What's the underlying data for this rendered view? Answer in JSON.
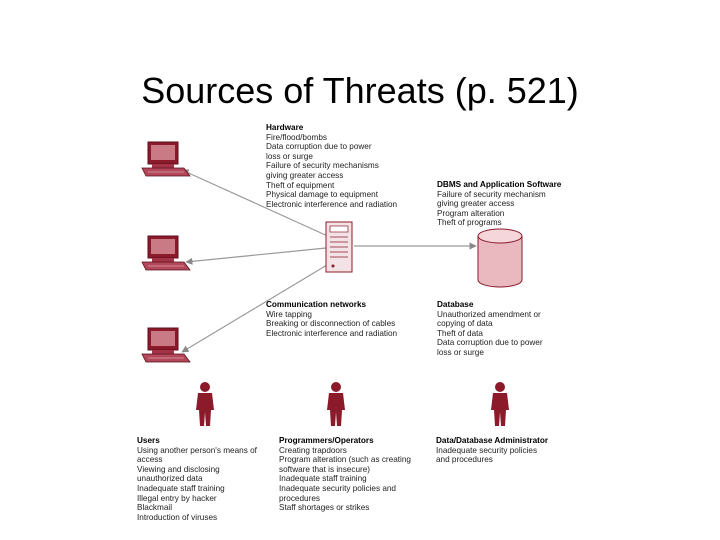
{
  "title": "Sources of Threats (p. 521)",
  "colors": {
    "accent": "#8b1a2b",
    "line": "#9a9a9a",
    "text": "#222222"
  },
  "icons": [
    "computer-terminal-icon",
    "database-server-icon",
    "database-cylinder-icon",
    "person-icon"
  ],
  "hardware": {
    "heading": "Hardware",
    "lines": [
      "Fire/flood/bombs",
      "Data corruption due to power",
      "loss or surge",
      "Failure of security mechanisms",
      "giving greater access",
      "Theft of equipment",
      "Physical damage to equipment",
      "Electronic interference and radiation"
    ]
  },
  "dbms_software": {
    "heading": "DBMS and Application Software",
    "lines": [
      "Failure of security mechanism",
      "giving greater access",
      "Program alteration",
      "Theft of programs"
    ]
  },
  "communication": {
    "heading": "Communication networks",
    "lines": [
      "Wire tapping",
      "Breaking or disconnection of cables",
      "Electronic interference and radiation"
    ]
  },
  "database": {
    "heading": "Database",
    "lines": [
      "Unauthorized amendment or",
      "copying of data",
      "Theft of data",
      "Data corruption due to power",
      "loss or surge"
    ]
  },
  "users": {
    "heading": "Users",
    "lines": [
      "Using another person's means of",
      "access",
      "Viewing and disclosing",
      "unauthorized data",
      "Inadequate staff training",
      "Illegal entry by hacker",
      "Blackmail",
      "Introduction of viruses"
    ]
  },
  "programmers": {
    "heading": "Programmers/Operators",
    "lines": [
      "Creating trapdoors",
      "Program alteration (such as creating",
      "software that is insecure)",
      "Inadequate staff training",
      "Inadequate security policies and",
      "procedures",
      "Staff shortages or strikes"
    ]
  },
  "dba": {
    "heading": "Data/Database Administrator",
    "lines": [
      "Inadequate security policies",
      "and procedures"
    ]
  }
}
